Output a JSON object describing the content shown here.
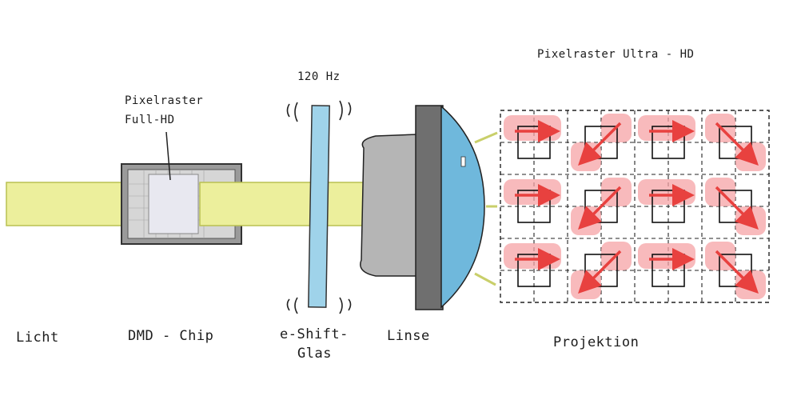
{
  "labels": {
    "light": "Licht",
    "dmd_chip": "DMD - Chip",
    "pixel_grid_fullhd_line1": "Pixelraster",
    "pixel_grid_fullhd_line2": "Full-HD",
    "frequency": "120 Hz",
    "eshift_line1": "e-Shift-",
    "eshift_line2": "Glas",
    "lens": "Linse",
    "projection": "Projektion",
    "pixel_grid_uhd": "Pixelraster  Ultra - HD"
  },
  "colors": {
    "beam": "#ecef9c",
    "beam_edge": "#b9c052",
    "chip_frame": "#9a9a9a",
    "chip_inner": "#d6d6d6",
    "glass": "#9fd3ea",
    "lens_gray": "#b5b5b5",
    "lens_dark": "#6f6f6f",
    "lens_blue": "#6fb8dc",
    "highlight": "#f5a3a6",
    "arrow": "#e8413f"
  },
  "projection_grid": {
    "rows": 3,
    "cols": 4,
    "arrow_directions": [
      [
        "right",
        "down-left",
        "right",
        "down-right"
      ],
      [
        "right",
        "down-left",
        "right",
        "down-right"
      ],
      [
        "right",
        "down-left",
        "right",
        "down-right"
      ]
    ]
  }
}
